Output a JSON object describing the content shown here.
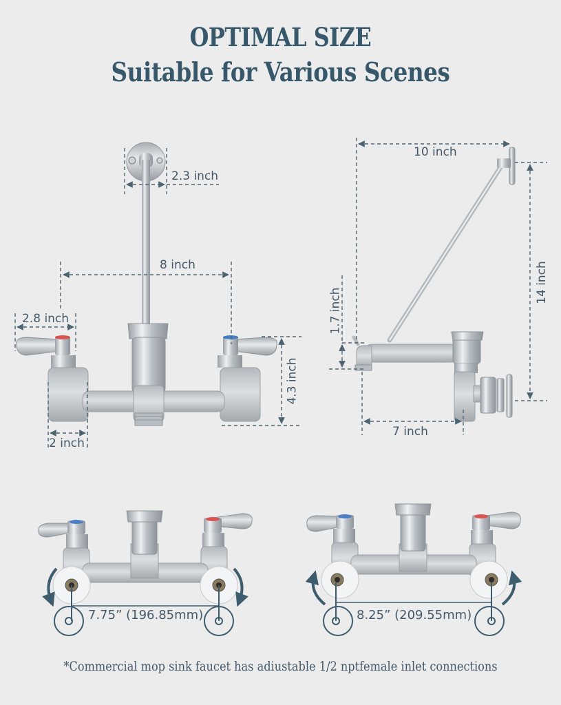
{
  "header": {
    "title_line1": "OPTIMAL SIZE",
    "title_line2": "Suitable for Various Scenes"
  },
  "front_view": {
    "dimensions": {
      "wall_flange_width": "2.3 inch",
      "inlet_spacing": "8 inch",
      "handle_width": "2.8 inch",
      "body_width": "2 inch",
      "body_height": "4.3 inch"
    }
  },
  "side_view": {
    "dimensions": {
      "brace_reach": "10 inch",
      "brace_height": "14 inch",
      "spout_height": "1.7 inch",
      "spout_reach": "7 inch"
    }
  },
  "adjustable_inlets": [
    {
      "label": "7.75” (196.85mm)",
      "rotation": "inward-down"
    },
    {
      "label": "8.25” (209.55mm)",
      "rotation": "outward-up"
    }
  ],
  "footnote": "*Commercial mop sink faucet has adiustable 1/2 nptfemale inlet connections",
  "colors": {
    "background": "#ececec",
    "heading": "#37586a",
    "dimension_line": "#4c6472",
    "chrome": "#c8ccd0",
    "hot_cap": "#d9534f",
    "cold_cap": "#4a7fc1"
  }
}
